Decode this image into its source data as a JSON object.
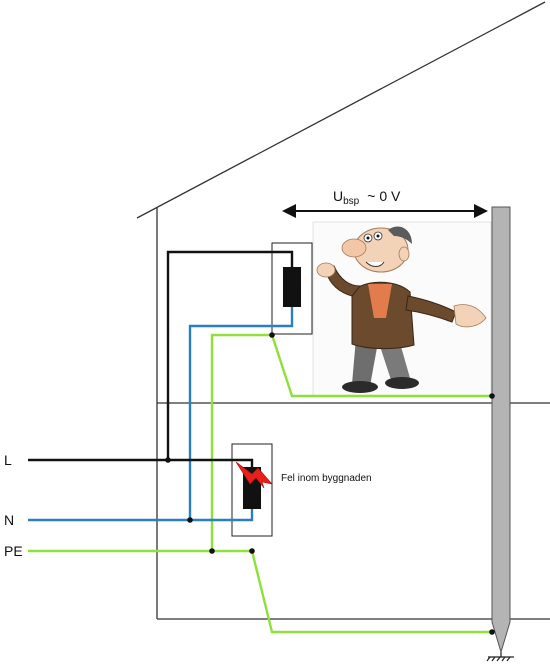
{
  "labels": {
    "L": "L",
    "N": "N",
    "PE": "PE",
    "voltage_main": "U",
    "voltage_sub": "bsp",
    "voltage_value": "~ 0 V",
    "fault_text": "Fel inom byggnaden"
  },
  "colors": {
    "line": "#111111",
    "neutral": "#2a7fc4",
    "earth": "#8fe03a",
    "fault": "#e8201a",
    "pole": "#b4b4b4",
    "house": "#333333"
  },
  "icons": {
    "person": "surprised-man-illustration",
    "fault": "lightning-bolt-icon",
    "ground": "ground-symbol-icon"
  }
}
